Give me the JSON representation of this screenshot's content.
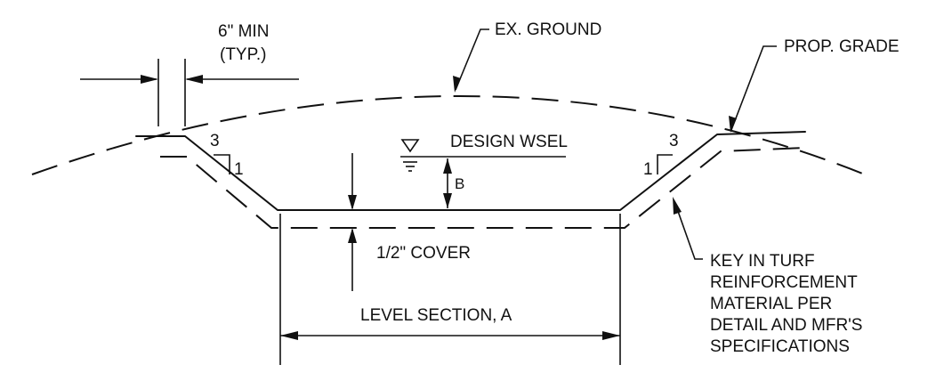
{
  "labels": {
    "min_spacing": [
      "6\" MIN",
      "(TYP.)"
    ],
    "ex_ground": "EX. GROUND",
    "prop_grade": "PROP. GRADE",
    "design_wsel": "DESIGN WSEL",
    "b": "B",
    "cover": "1/2\" COVER",
    "level_section": "LEVEL SECTION, A",
    "key_note": [
      "KEY IN TURF",
      "REINFORCEMENT",
      "MATERIAL PER",
      "DETAIL AND MFR'S",
      "SPECIFICATIONS"
    ]
  },
  "slope_left": {
    "run": "3",
    "rise": "1"
  },
  "slope_right": {
    "run": "3",
    "rise": "1"
  },
  "colors": {
    "line": "#111111",
    "background": "#ffffff"
  }
}
